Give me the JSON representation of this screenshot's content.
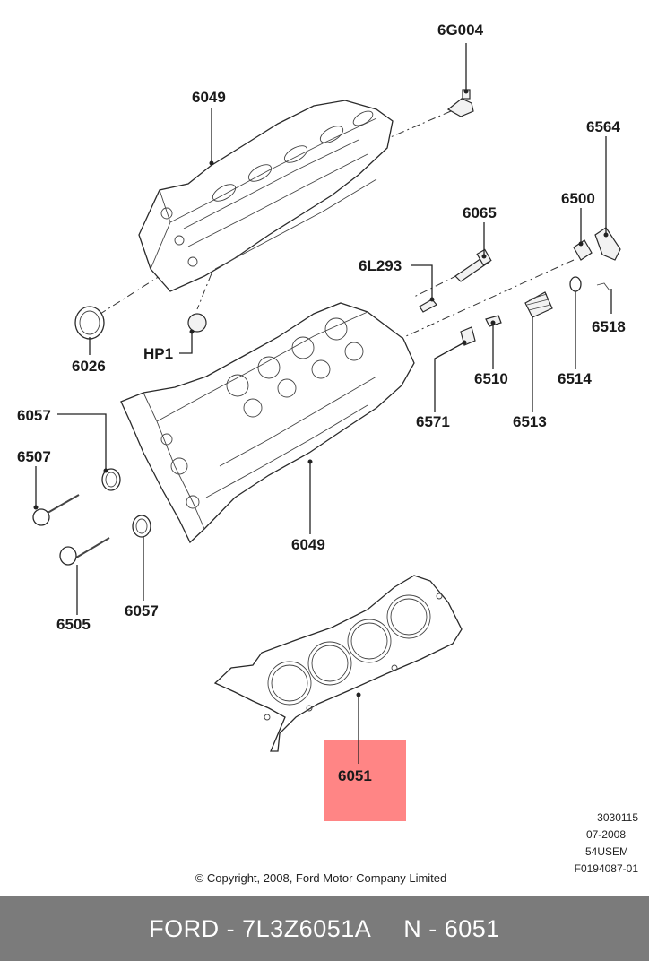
{
  "diagram": {
    "labels": {
      "l_6g004": "6G004",
      "l_6049_top": "6049",
      "l_6564": "6564",
      "l_6500": "6500",
      "l_6065": "6065",
      "l_6l293": "6L293",
      "l_6518": "6518",
      "l_6026": "6026",
      "l_hp1": "HP1",
      "l_6510": "6510",
      "l_6514": "6514",
      "l_6057_top": "6057",
      "l_6571": "6571",
      "l_6513": "6513",
      "l_6507": "6507",
      "l_6049_bottom": "6049",
      "l_6505": "6505",
      "l_6057_bottom": "6057",
      "l_6051": "6051"
    },
    "highlight_color": "#ff8585",
    "meta": {
      "line1": "3030115",
      "line2": "07-2008",
      "line3": "54USEM",
      "line4": "F0194087-01"
    },
    "copyright": "© Copyright, 2008, Ford Motor Company Limited"
  },
  "footer": {
    "brand_part": "FORD - 7L3Z6051A",
    "ref": "N - 6051"
  }
}
